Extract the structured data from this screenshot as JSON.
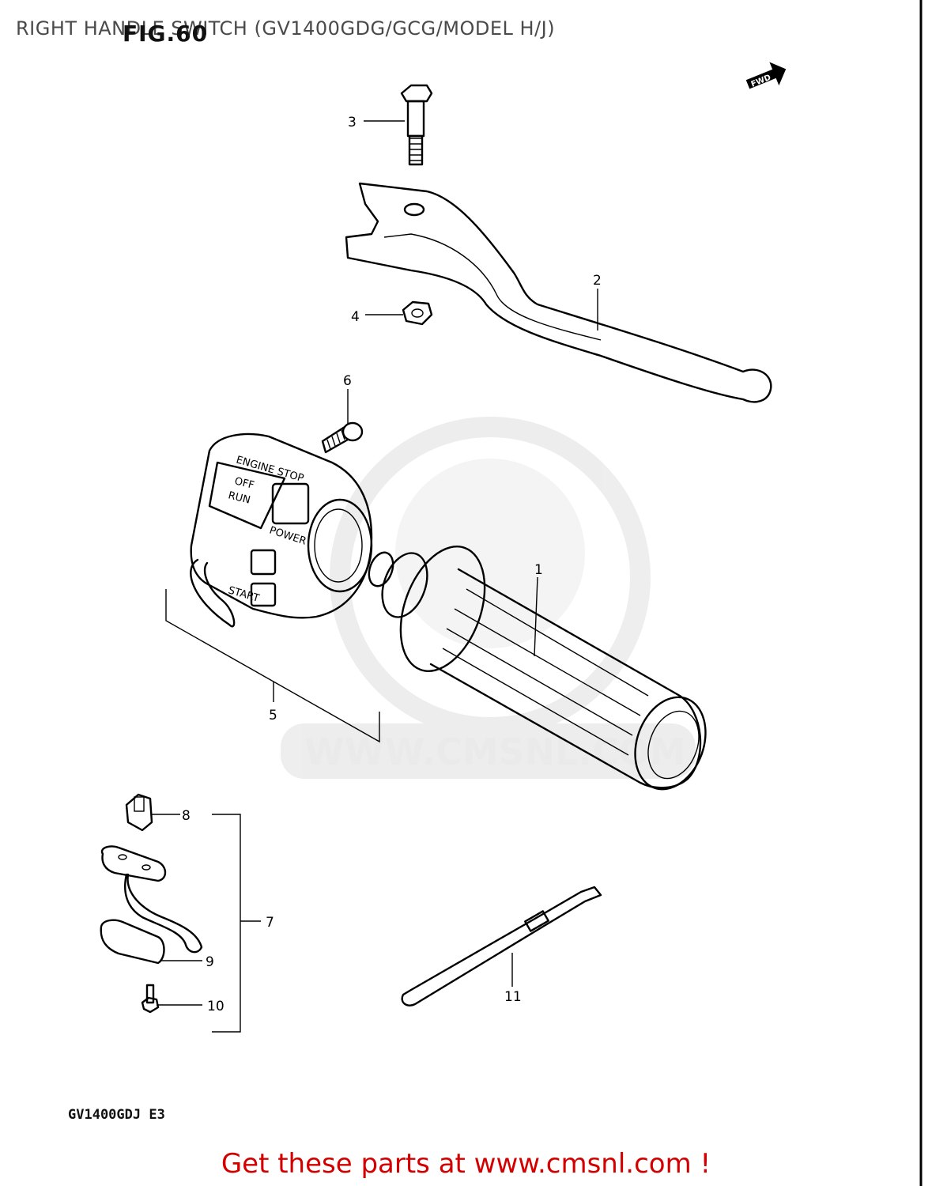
{
  "title": "RIGHT HANDLE SWITCH (GV1400GDG/GCG/MODEL H/J)",
  "figure_label": "FIG.60",
  "fwd_label": "FWD",
  "switch_labels": {
    "engine_stop": "ENGINE STOP",
    "off": "OFF",
    "run": "RUN",
    "power": "POWER",
    "start": "START"
  },
  "watermark": "WWW.CMSNL.COM",
  "model_code": "GV1400GDJ  E3",
  "footer": "Get these parts at www.cmsnl.com !",
  "callouts": [
    "1",
    "2",
    "3",
    "4",
    "5",
    "6",
    "7",
    "8",
    "9",
    "10",
    "11"
  ]
}
